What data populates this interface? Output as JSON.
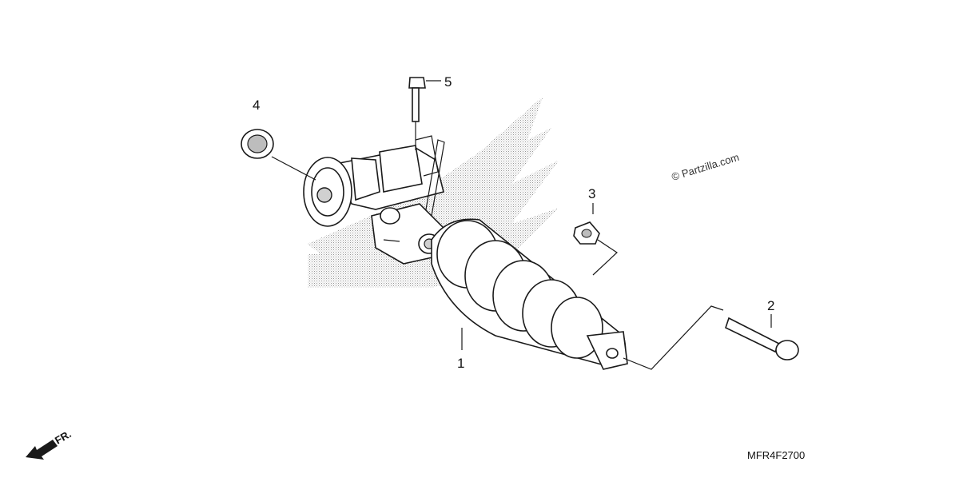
{
  "callouts": [
    {
      "id": "1",
      "label": "1"
    },
    {
      "id": "2",
      "label": "2"
    },
    {
      "id": "3",
      "label": "3"
    },
    {
      "id": "4",
      "label": "4"
    },
    {
      "id": "5",
      "label": "5"
    }
  ],
  "watermark": "© Partzilla.com",
  "diagram_code": "MFR4F2700",
  "direction_label": "FR.",
  "icons": {
    "direction": "front-arrow-icon",
    "background_logo": "wing-logo-icon"
  },
  "colors": {
    "line": "#1a1a1a",
    "background": "#ffffff",
    "dither": "#9a9a9a"
  }
}
